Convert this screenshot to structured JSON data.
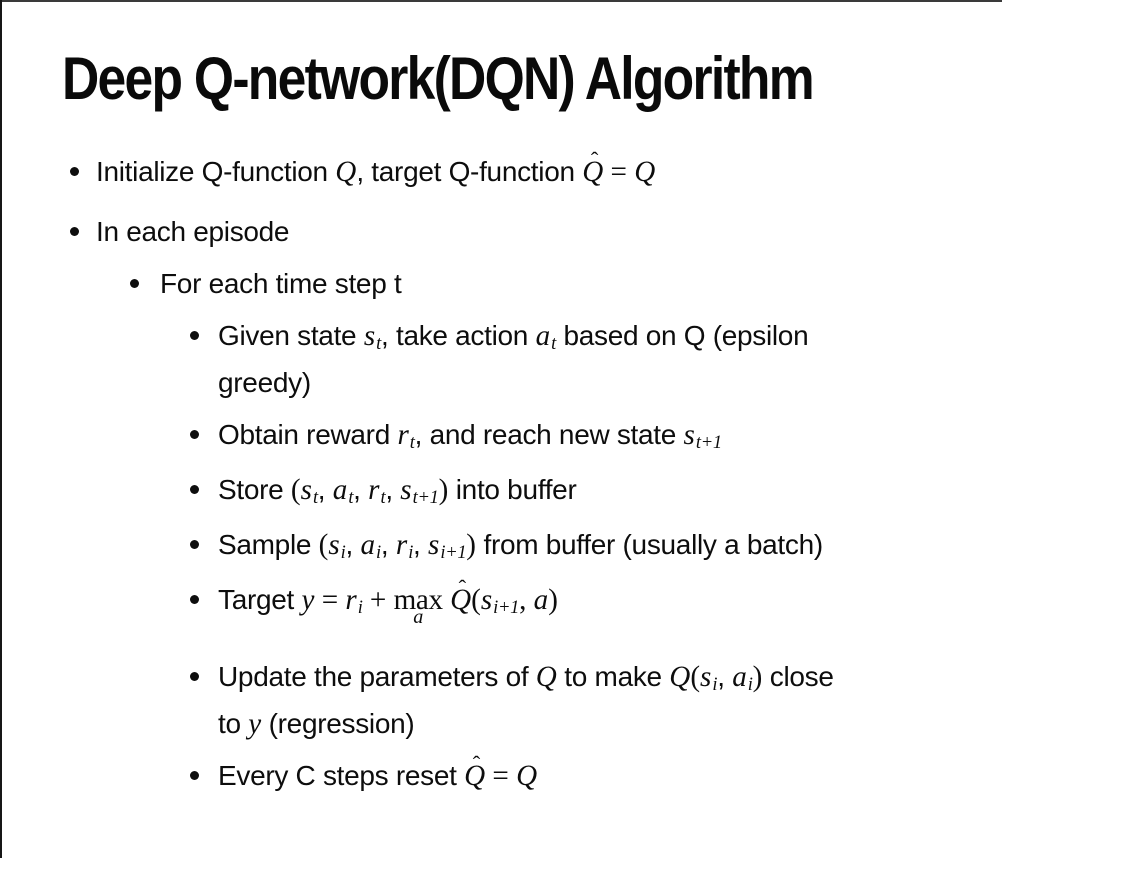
{
  "slide": {
    "title": "Deep Q-network(DQN) Algorithm",
    "bullet_glyph": "•",
    "hat_glyph": "ˆ"
  },
  "bullets": [
    {
      "level": 1,
      "name": "bullet-initialize",
      "segments": [
        {
          "t": "Initialize Q-function "
        },
        {
          "m": "Q"
        },
        {
          "t": ", target Q-function "
        },
        {
          "m": "Q",
          "hat": true
        },
        {
          "mr": " = "
        },
        {
          "m": "Q"
        }
      ]
    },
    {
      "level": 1,
      "name": "bullet-in-each-episode",
      "segments": [
        {
          "t": "In each episode"
        }
      ]
    },
    {
      "level": 2,
      "name": "bullet-for-each-time-step",
      "segments": [
        {
          "t": "For each time step t"
        }
      ]
    },
    {
      "level": 3,
      "name": "bullet-given-state",
      "segments": [
        {
          "t": "Given state "
        },
        {
          "m": "s",
          "sub": "t"
        },
        {
          "t": ", take action "
        },
        {
          "m": "a",
          "sub": "t"
        },
        {
          "t": " based on Q (epsilon"
        },
        {
          "br": true
        },
        {
          "t": "greedy)"
        }
      ]
    },
    {
      "level": 3,
      "name": "bullet-obtain-reward",
      "segments": [
        {
          "t": "Obtain reward "
        },
        {
          "m": "r",
          "sub": "t"
        },
        {
          "t": ", and reach new state "
        },
        {
          "m": "s",
          "sub": "t+1"
        }
      ]
    },
    {
      "level": 3,
      "name": "bullet-store-buffer",
      "segments": [
        {
          "t": "Store "
        },
        {
          "mr": "("
        },
        {
          "m": "s",
          "sub": "t"
        },
        {
          "t": ", "
        },
        {
          "m": "a",
          "sub": "t"
        },
        {
          "t": ", "
        },
        {
          "m": "r",
          "sub": "t"
        },
        {
          "t": ", "
        },
        {
          "m": "s",
          "sub": "t+1"
        },
        {
          "mr": ")"
        },
        {
          "t": " into buffer"
        }
      ]
    },
    {
      "level": 3,
      "name": "bullet-sample-buffer",
      "segments": [
        {
          "t": "Sample "
        },
        {
          "mr": "("
        },
        {
          "m": "s",
          "sub": "i"
        },
        {
          "t": ", "
        },
        {
          "m": "a",
          "sub": "i"
        },
        {
          "t": ", "
        },
        {
          "m": "r",
          "sub": "i"
        },
        {
          "t": ", "
        },
        {
          "m": "s",
          "sub": "i+1"
        },
        {
          "mr": ")"
        },
        {
          "t": " from buffer (usually a batch)"
        }
      ]
    },
    {
      "level": 3,
      "name": "bullet-target",
      "segments": [
        {
          "t": "Target "
        },
        {
          "m": "y"
        },
        {
          "mr": " = "
        },
        {
          "m": "r",
          "sub": "i"
        },
        {
          "mr": " + "
        },
        {
          "max": "max",
          "under": "a"
        },
        {
          "mr": " "
        },
        {
          "m": "Q",
          "hat": true
        },
        {
          "mr": "("
        },
        {
          "m": "s",
          "sub": "i+1"
        },
        {
          "mr": ", "
        },
        {
          "m": "a"
        },
        {
          "mr": ")"
        }
      ]
    },
    {
      "level": 3,
      "name": "bullet-update-parameters",
      "segments": [
        {
          "t": "Update the parameters of "
        },
        {
          "m": "Q"
        },
        {
          "t": " to make "
        },
        {
          "m": "Q"
        },
        {
          "mr": "("
        },
        {
          "m": "s",
          "sub": "i"
        },
        {
          "t": ", "
        },
        {
          "m": "a",
          "sub": "i"
        },
        {
          "mr": ")"
        },
        {
          "t": " close"
        },
        {
          "br": true
        },
        {
          "t": "to "
        },
        {
          "m": "y"
        },
        {
          "t": " (regression)"
        }
      ]
    },
    {
      "level": 3,
      "name": "bullet-every-c-steps",
      "segments": [
        {
          "t": "Every C steps reset "
        },
        {
          "m": "Q",
          "hat": true
        },
        {
          "mr": " = "
        },
        {
          "m": "Q"
        }
      ]
    }
  ]
}
